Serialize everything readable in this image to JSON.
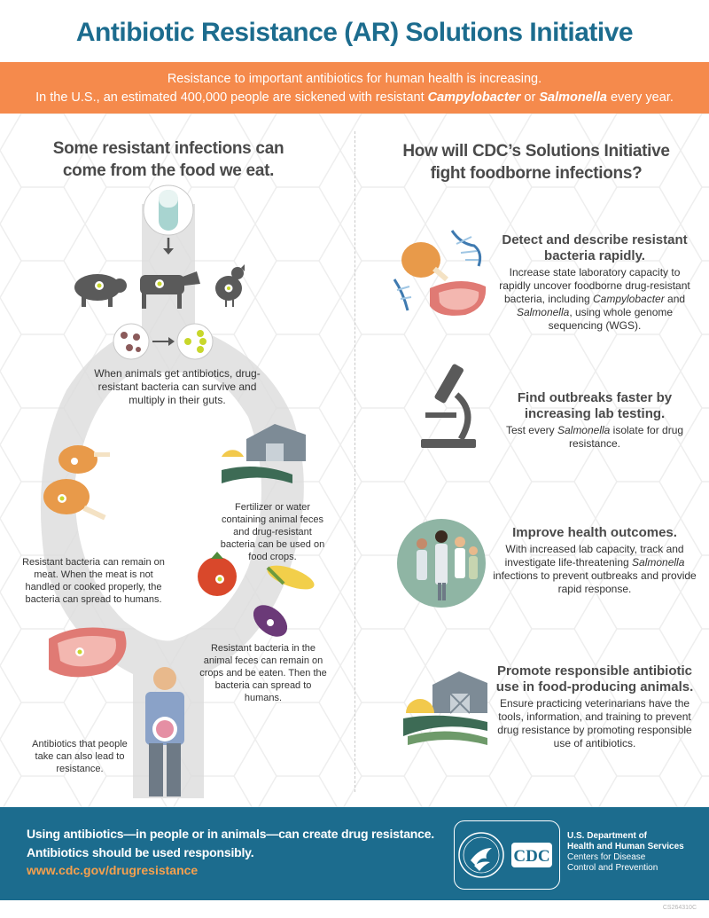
{
  "title": "Antibiotic Resistance (AR) Solutions Initiative",
  "banner": {
    "line1": "Resistance to important antibiotics for human health is increasing.",
    "line2_pre": "In the U.S., an estimated 400,000 people are sickened with resistant ",
    "line2_org1": "Campylobacter",
    "line2_mid": " or ",
    "line2_org2": "Salmonella",
    "line2_post": " every year."
  },
  "left": {
    "heading_line1": "Some resistant infections can",
    "heading_line2": "come from the food we eat.",
    "guts_text": "When animals get antibiotics, drug-resistant bacteria can survive and multiply in their guts.",
    "fertilizer_text": "Fertilizer or water containing animal feces and drug-resistant bacteria can be used on food crops.",
    "meat_text": "Resistant bacteria can remain on meat. When the meat is not handled or cooked properly, the bacteria can spread to humans.",
    "crops_text": "Resistant bacteria in the animal feces can remain on crops and be eaten. Then the bacteria can spread to humans.",
    "people_text": "Antibiotics that people take can also lead to resistance."
  },
  "right": {
    "heading_line1": "How will CDC’s Solutions Initiative",
    "heading_line2": "fight foodborne infections?",
    "items": [
      {
        "title": "Detect and describe resistant bacteria rapidly.",
        "body_pre": "Increase state laboratory capacity to rapidly uncover foodborne drug-resistant bacteria, including ",
        "body_em1": "Campylobacter",
        "body_mid": " and ",
        "body_em2": "Salmonella",
        "body_post": ", using whole genome sequencing (WGS)."
      },
      {
        "title": "Find outbreaks faster by increasing lab testing.",
        "body_pre": "Test every ",
        "body_em1": "Salmonella",
        "body_post": " isolate for drug resistance."
      },
      {
        "title": "Improve health outcomes.",
        "body_pre": "With increased lab capacity, track and investigate life-threatening ",
        "body_em1": "Salmonella",
        "body_post": " infections to prevent outbreaks and provide rapid response."
      },
      {
        "title": "Promote responsible antibiotic use in food-producing animals.",
        "body": "Ensure practicing veterinarians have the tools, information, and training to prevent drug resistance by promoting responsible use of antibiotics."
      }
    ]
  },
  "footer": {
    "line1": "Using antibiotics—in people or in animals—can create drug resistance.",
    "line2": "Antibiotics should be used responsibly.",
    "url": "www.cdc.gov/drugresistance",
    "logo_text": "CDC",
    "dept_line1": "U.S. Department of",
    "dept_line2": "Health and Human Services",
    "dept_line3": "Centers for Disease",
    "dept_line4": "Control and Prevention"
  },
  "doc_code": "CS264310C",
  "colors": {
    "title_blue": "#1c6c8e",
    "banner_orange": "#f58a4c",
    "footer_blue": "#1c6c8e",
    "url_orange": "#f6a04d"
  }
}
